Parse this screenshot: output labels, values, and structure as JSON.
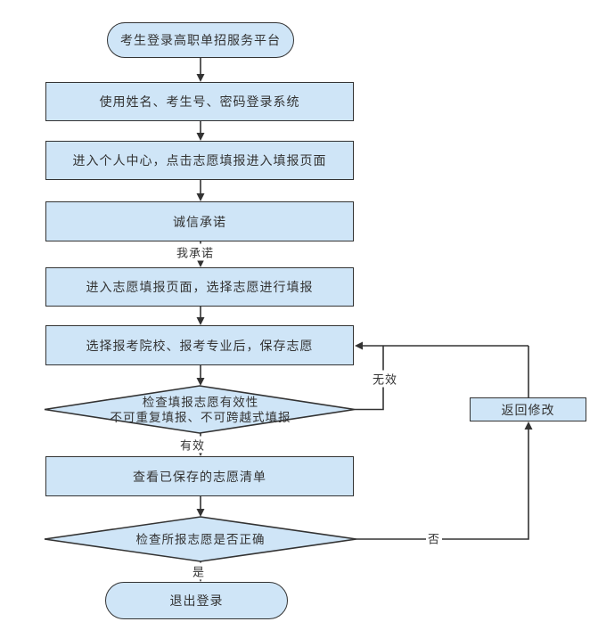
{
  "flowchart": {
    "nodes": [
      {
        "id": "start",
        "type": "terminator",
        "label": "考生登录高职单招服务平台"
      },
      {
        "id": "login",
        "type": "process",
        "label": "使用姓名、考生号、密码登录系统"
      },
      {
        "id": "personal-center",
        "type": "process",
        "label": "进入个人中心，点击志愿填报进入填报页面"
      },
      {
        "id": "integrity",
        "type": "process",
        "label": "诚信承诺"
      },
      {
        "id": "fill-page",
        "type": "process",
        "label": "进入志愿填报页面，选择志愿进行填报"
      },
      {
        "id": "save-volunteer",
        "type": "process",
        "label": "选择报考院校、报考专业后，保存志愿"
      },
      {
        "id": "check-validity",
        "type": "decision",
        "label_line1": "检查填报志愿有效性",
        "label_line2": "不可重复填报、不可跨越式填报"
      },
      {
        "id": "view-list",
        "type": "process",
        "label": "查看已保存的志愿清单"
      },
      {
        "id": "check-correct",
        "type": "decision",
        "label": "检查所报志愿是否正确"
      },
      {
        "id": "return-modify",
        "type": "process",
        "label": "返回修改"
      },
      {
        "id": "logout",
        "type": "terminator",
        "label": "退出登录"
      }
    ],
    "edge_labels": {
      "promise": "我承诺",
      "valid": "有效",
      "invalid": "无效",
      "yes": "是",
      "no": "否"
    },
    "colors": {
      "node_fill": "#cfe5f7",
      "node_border": "#333333",
      "line": "#333333",
      "text": "#333333",
      "background": "#ffffff"
    }
  }
}
